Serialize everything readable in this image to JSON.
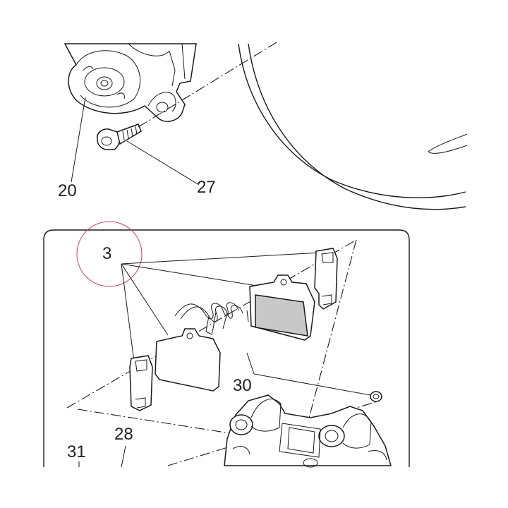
{
  "callouts": {
    "c20": "20",
    "c27": "27",
    "c3": "3",
    "c30": "30",
    "c28": "28",
    "c31": "31"
  },
  "colors": {
    "line": "#1a1a1a",
    "pad_friction": "#c8c8c8",
    "highlight_circle": "#c8415a",
    "background": "#ffffff"
  }
}
